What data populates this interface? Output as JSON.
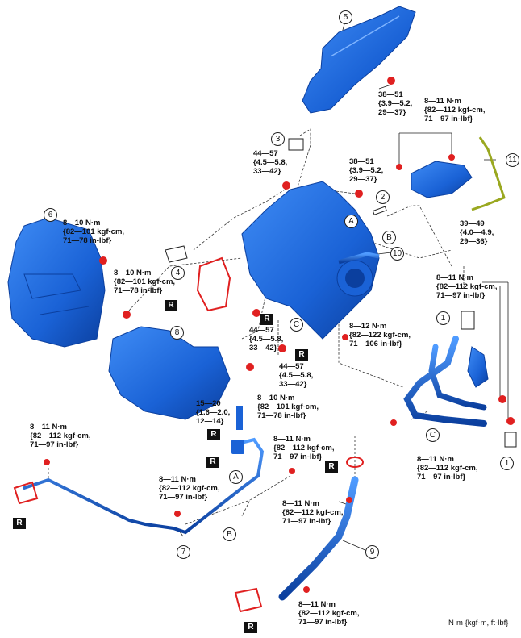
{
  "callouts": {
    "c1": "1",
    "c1b": "1",
    "c2": "2",
    "c3": "3",
    "c4": "4",
    "c5": "5",
    "c6": "6",
    "c7": "7",
    "c8": "8",
    "c9": "9",
    "c10": "10",
    "c11": "11",
    "cA1": "A",
    "cA2": "A",
    "cB1": "B",
    "cB2": "B",
    "cC1": "C",
    "cC2": "C"
  },
  "torques": {
    "t_bracket5": "38—51\n{3.9—5.2,\n29—37}",
    "t_top_right": "8—11 N·m\n{82—112 kgf-cm,\n71—97 in-lbf}",
    "t_c3": "44—57\n{4.5—5.8,\n33—42}",
    "t_mid": "38—51\n{3.9—5.2,\n29—37}",
    "t_c11": "39—49\n{4.0—4.9,\n29—36}",
    "t_heat6_a": "8—10 N·m\n{82—101 kgf-cm,\n71—78 in-lbf}",
    "t_heat6_b": "8—10 N·m\n{82—101 kgf-cm,\n71—78 in-lbf}",
    "t_right_top": "8—11 N·m\n{82—112 kgf-cm,\n71—97 in-lbf}",
    "t_center1": "44—57\n{4.5—5.8,\n33—42}",
    "t_center2": "44—57\n{4.5—5.8,\n33—42}",
    "t_8_12": "8—12 N·m\n{82—122 kgf-cm,\n71—106 in-lbf}",
    "t_heat8": "8—10 N·m\n{82—101 kgf-cm,\n71—78 in-lbf}",
    "t_15_20": "15—20\n{1.6—2.0,\n12—14}",
    "t_left_pipe": "8—11 N·m\n{82—112 kgf-cm,\n71—97 in-lbf}",
    "t_pipe_mid": "8—11 N·m\n{82—112 kgf-cm,\n71—97 in-lbf}",
    "t_pipe_low": "8—11 N·m\n{82—112 kgf-cm,\n71—97 in-lbf}",
    "t_right_low": "8—11 N·m\n{82—112 kgf-cm,\n71—97 in-lbf}",
    "t_pipe9": "8—11 N·m\n{82—112 kgf-cm,\n71—97 in-lbf}",
    "t_bottom": "8—11 N·m\n{82—112 kgf-cm,\n71—97 in-lbf}"
  },
  "r_label": "R",
  "units_note": "N·m {kgf-m, ft-lbf}",
  "colors": {
    "part_blue": "#1f6fe0",
    "part_dark": "#0b3f9e",
    "bolt_red": "#e02020",
    "harness_green": "#9aa820"
  }
}
